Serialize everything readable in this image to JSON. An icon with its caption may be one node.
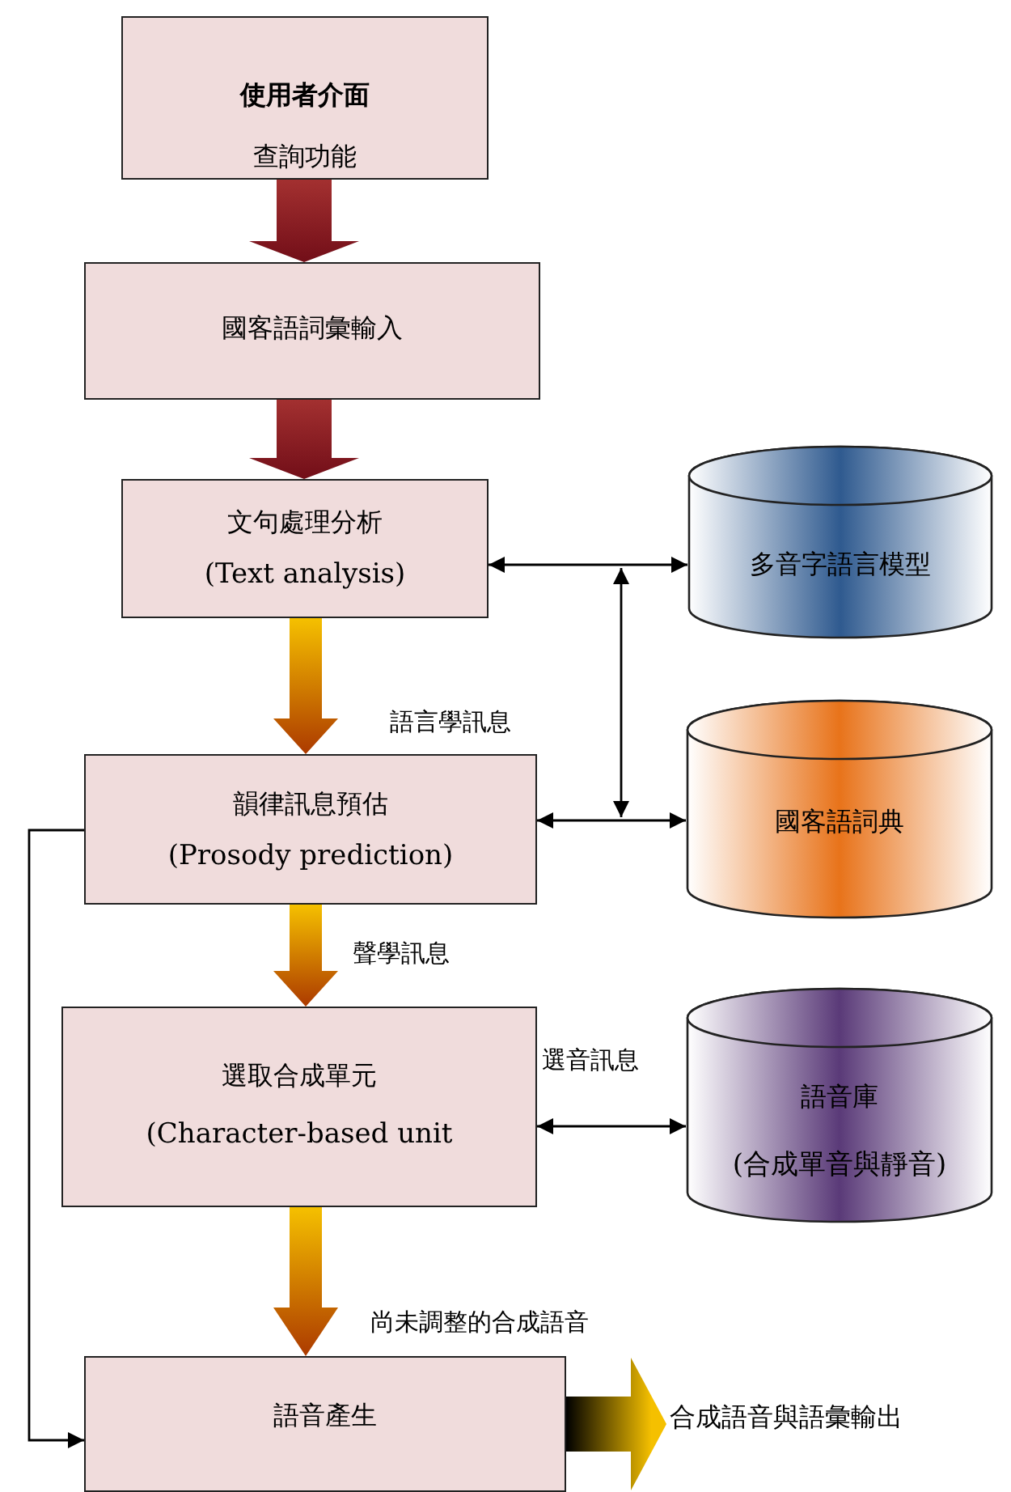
{
  "diagram": {
    "nodes": [
      {
        "text": [
          "使用者介面",
          "查詢功能"
        ]
      },
      {
        "text": [
          "國客語詞彙輸入"
        ]
      },
      {
        "text": [
          "文句處理分析",
          "(Text analysis)"
        ]
      },
      {
        "text": [
          "多音字語言模型"
        ]
      },
      {
        "text": [
          "韻律訊息預估",
          "(Prosody prediction)"
        ]
      },
      {
        "text": [
          "國客語詞典"
        ]
      },
      {
        "text": [
          "選取合成單元",
          "(Character-based unit"
        ]
      },
      {
        "text": [
          "語音庫",
          "(合成單音與靜音)"
        ]
      },
      {
        "text": [
          "語音產生"
        ]
      },
      {
        "text": [
          "合成語音與語彙輸出"
        ]
      }
    ],
    "edges": [
      {
        "from": 0,
        "to": 1,
        "arrow": "to",
        "style": "thick",
        "color": "#a33030"
      },
      {
        "from": 1,
        "to": 2,
        "arrow": "to",
        "style": "thick",
        "color": "#a33030"
      },
      {
        "from": 2,
        "to": 4,
        "arrow": "to",
        "style": "thick",
        "color": "#f5c000",
        "label": "語言學訊息"
      },
      {
        "from": 4,
        "to": 6,
        "arrow": "to",
        "style": "thick",
        "color": "#f5c000",
        "label": "聲學訊息"
      },
      {
        "from": 6,
        "to": 8,
        "arrow": "to",
        "style": "thick",
        "color": "#f5c000",
        "label": "尚未調整的合成語音"
      },
      {
        "from": 8,
        "to": 9,
        "arrow": "to",
        "style": "thick",
        "color": "#f5c000"
      },
      {
        "from": 2,
        "to": 3,
        "arrow": "both"
      },
      {
        "from": 4,
        "to": 5,
        "arrow": "both"
      },
      {
        "from": 3,
        "to": 5,
        "arrow": "both"
      },
      {
        "from": 6,
        "to": 7,
        "arrow": "both",
        "label": "選音訊息"
      },
      {
        "from": 4,
        "to": 8,
        "arrow": "to"
      }
    ]
  }
}
